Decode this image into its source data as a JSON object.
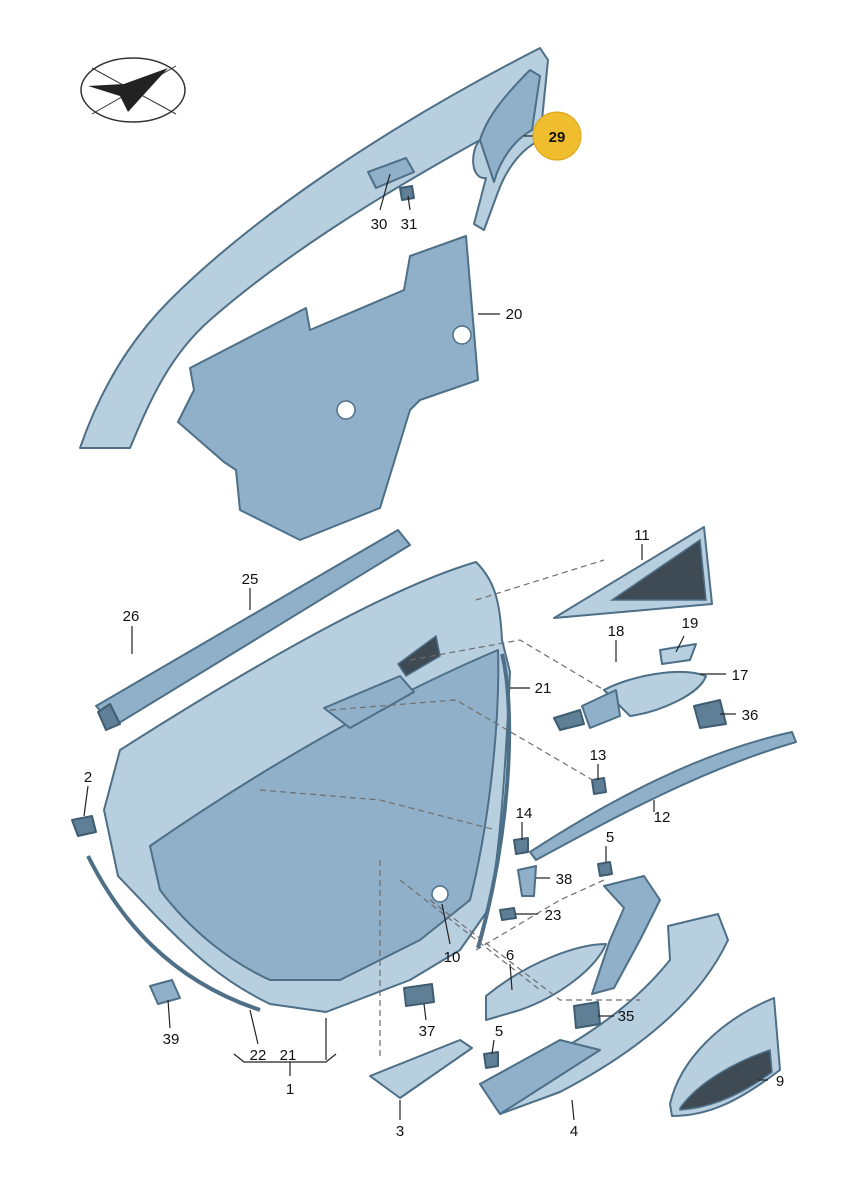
{
  "highlight": {
    "label": "29",
    "color": "#f0bd2e"
  },
  "colors": {
    "part_fill": "#8fb0c8",
    "part_stroke": "#4d6f87",
    "label_text": "#111111"
  },
  "logo": {
    "icon": "check-arrow-logo-icon"
  },
  "callouts": [
    {
      "id": "29",
      "label": "29"
    },
    {
      "id": "30",
      "label": "30"
    },
    {
      "id": "31",
      "label": "31"
    },
    {
      "id": "20",
      "label": "20"
    },
    {
      "id": "11",
      "label": "11"
    },
    {
      "id": "25",
      "label": "25"
    },
    {
      "id": "26",
      "label": "26"
    },
    {
      "id": "18",
      "label": "18"
    },
    {
      "id": "19",
      "label": "19"
    },
    {
      "id": "17",
      "label": "17"
    },
    {
      "id": "21a",
      "label": "21"
    },
    {
      "id": "36",
      "label": "36"
    },
    {
      "id": "2",
      "label": "2"
    },
    {
      "id": "13",
      "label": "13"
    },
    {
      "id": "12",
      "label": "12"
    },
    {
      "id": "14",
      "label": "14"
    },
    {
      "id": "5a",
      "label": "5"
    },
    {
      "id": "38",
      "label": "38"
    },
    {
      "id": "23",
      "label": "23"
    },
    {
      "id": "10",
      "label": "10"
    },
    {
      "id": "6",
      "label": "6"
    },
    {
      "id": "37",
      "label": "37"
    },
    {
      "id": "35",
      "label": "35"
    },
    {
      "id": "39",
      "label": "39"
    },
    {
      "id": "22",
      "label": "22"
    },
    {
      "id": "21b",
      "label": "21"
    },
    {
      "id": "1",
      "label": "1"
    },
    {
      "id": "5b",
      "label": "5"
    },
    {
      "id": "9",
      "label": "9"
    },
    {
      "id": "3",
      "label": "3"
    },
    {
      "id": "4",
      "label": "4"
    }
  ]
}
